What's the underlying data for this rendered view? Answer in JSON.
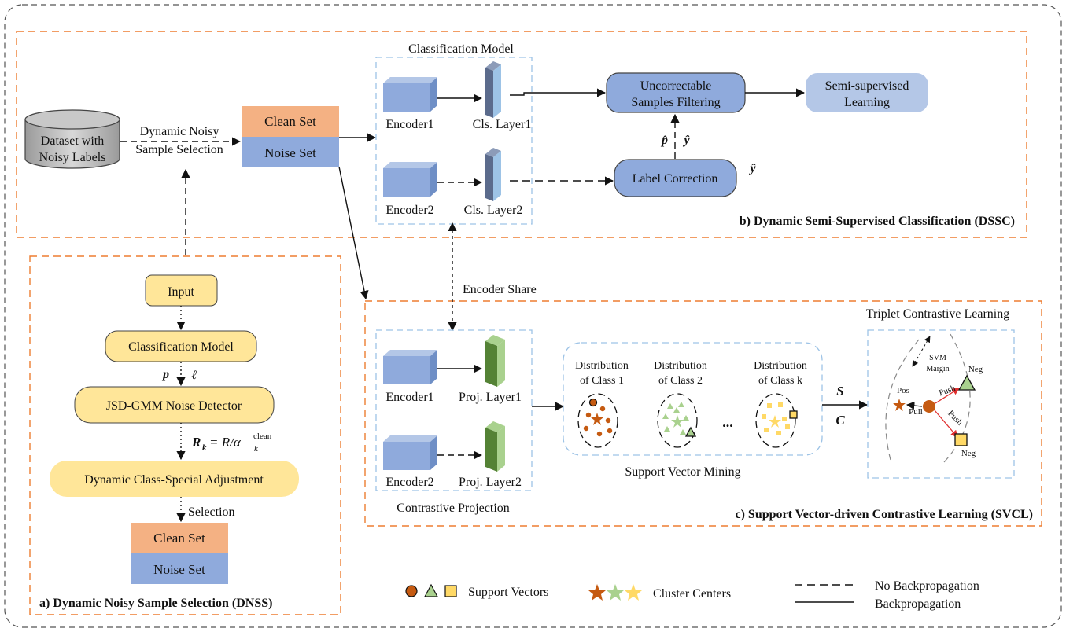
{
  "dataset": {
    "line1": "Dataset with",
    "line2": "Noisy Labels"
  },
  "dns_arrow": {
    "line1": "Dynamic Noisy",
    "line2": "Sample Selection"
  },
  "top_sets": {
    "clean": "Clean Set",
    "noise": "Noise Set"
  },
  "dssc": {
    "classification_model": "Classification Model",
    "encoder1": "Encoder1",
    "cls_layer1": "Cls. Layer1",
    "encoder2": "Encoder2",
    "cls_layer2": "Cls. Layer2",
    "uncorrectable_line1": "Uncorrectable",
    "uncorrectable_line2": "Samples Filtering",
    "semi_line1": "Semi-supervised",
    "semi_line2": "Learning",
    "label_correction": "Label Correction",
    "p_hat": "p̂",
    "y_hat": "ŷ",
    "y_hat_side": "ŷ",
    "title": "b) Dynamic Semi-Supervised Classification (DSSC)"
  },
  "encoder_share": "Encoder Share",
  "dnss": {
    "input": "Input",
    "classification_model": "Classification Model",
    "p": "p",
    "l": "ℓ",
    "detector": "JSD-GMM Noise Detector",
    "formula_lhs": "R",
    "formula_sub": "k",
    "formula_rhs": "= R/α",
    "formula_sup": "clean",
    "adjustment": "Dynamic Class-Special Adjustment",
    "selection": "Selection",
    "clean": "Clean Set",
    "noise": "Noise Set",
    "title": "a)  Dynamic Noisy Sample Selection (DNSS)"
  },
  "svcl": {
    "encoder1": "Encoder1",
    "proj_layer1": "Proj. Layer1",
    "encoder2": "Encoder2",
    "proj_layer2": "Proj. Layer2",
    "contrastive_projection": "Contrastive Projection",
    "dist1_line1": "Distribution",
    "dist1_line2": "of Class 1",
    "dist2_line1": "Distribution",
    "dist2_line2": "of Class 2",
    "distk_line1": "Distribution",
    "distk_line2": "of Class k",
    "ellipsis": "...",
    "support_vector_mining": "Support Vector Mining",
    "s": "S",
    "c": "C",
    "triplet_title": "Triplet Contrastive Learning",
    "svm_line1": "SVM",
    "svm_line2": "Margin",
    "pos": "Pos",
    "pull": "Pull",
    "push1": "Push",
    "push2": "Push",
    "neg1": "Neg",
    "neg2": "Neg",
    "title": "c) Support Vector-driven Contrastive Learning (SVCL)"
  },
  "legend": {
    "support_vectors": "Support Vectors",
    "cluster_centers": "Cluster Centers",
    "no_backprop": "No Backpropagation",
    "backprop": "Backpropagation"
  },
  "colors": {
    "orange_set": "#f4b183",
    "blue_set": "#8faadc",
    "encoder": "#8faadc",
    "cls_layer": "#5b6b8c",
    "proj_layer": "#70ad47",
    "yellow_box": "#ffe699",
    "brown": "#c55a11",
    "green": "#a9d18e",
    "gold": "#ffd966",
    "dashed_orange": "#ed7d31"
  }
}
